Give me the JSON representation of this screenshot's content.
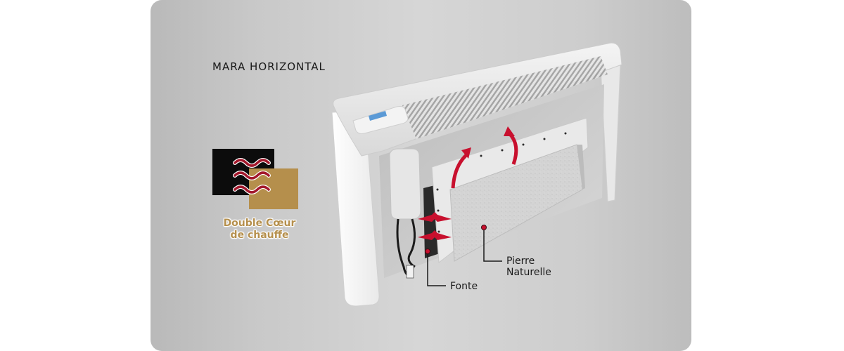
{
  "product": {
    "title": "MARA HORIZONTAL"
  },
  "badge": {
    "caption_line1": "Double Cœur",
    "caption_line2": "de chauffe",
    "icon": "double-heating-core-icon",
    "colors": {
      "black": "#0c0c0c",
      "gold": "#b58f4c",
      "wave_red": "#a3182c"
    }
  },
  "callouts": [
    {
      "label": "Fonte",
      "marker_color": "#c8102e"
    },
    {
      "label_line1": "Pierre",
      "label_line2": "Naturelle",
      "marker_color": "#c8102e"
    }
  ],
  "colors": {
    "panel_bg": "#cfcfcf",
    "heat_arrow": "#c8102e",
    "display_screen": "#5b9ad6"
  }
}
